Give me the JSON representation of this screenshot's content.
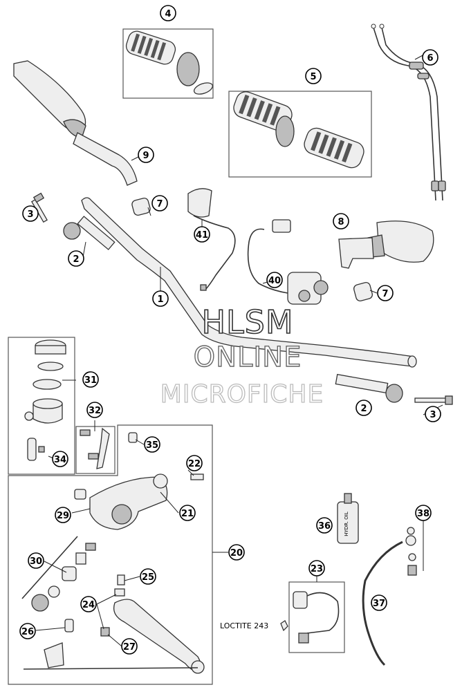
{
  "watermark": {
    "line1": "HLSM",
    "line2": "ONLINE",
    "line3": "MICROFICHE"
  },
  "note": {
    "loctite": "LOCTITE 243"
  },
  "callouts": {
    "c1": "1",
    "c2a": "2",
    "c2b": "2",
    "c3a": "3",
    "c3b": "3",
    "c4": "4",
    "c5": "5",
    "c6": "6",
    "c7a": "7",
    "c7b": "7",
    "c8": "8",
    "c9": "9",
    "c20": "20",
    "c21": "21",
    "c22": "22",
    "c23": "23",
    "c24": "24",
    "c25": "25",
    "c26": "26",
    "c27": "27",
    "c29": "29",
    "c30": "30",
    "c31": "31",
    "c32": "32",
    "c34": "34",
    "c35": "35",
    "c36": "36",
    "c37": "37",
    "c38": "38",
    "c40": "40",
    "c41": "41"
  },
  "labels": {
    "oil_bottle": "HYDR. OIL"
  }
}
